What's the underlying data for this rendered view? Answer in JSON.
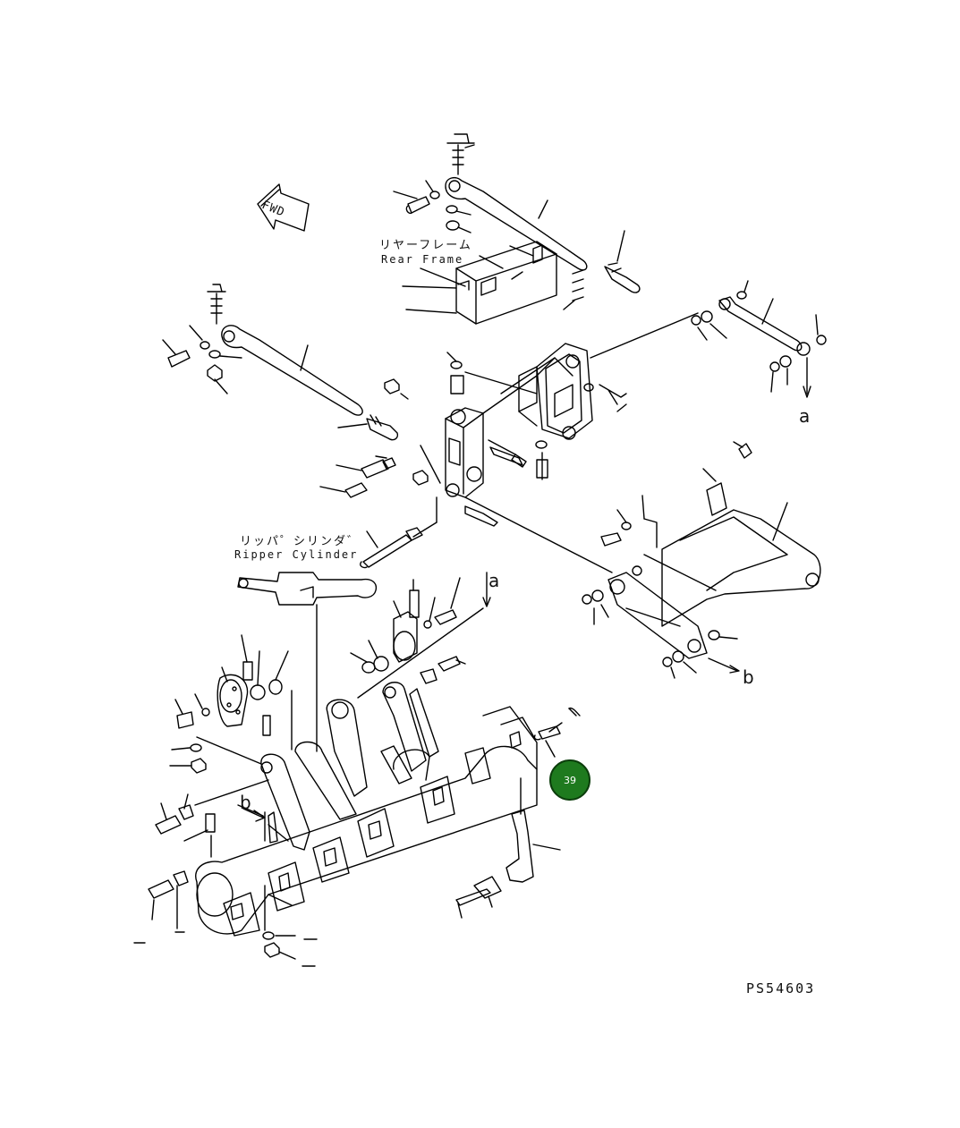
{
  "labels": {
    "fwd": "FWD",
    "rear_frame_jp": "リヤーフレーム",
    "rear_frame_en": "Rear Frame",
    "ripper_cylinder_jp": "リッパ゜シリンダ゛",
    "ripper_cylinder_en": "Ripper Cylinder",
    "ref_a": "a",
    "ref_b": "b",
    "drawing_number": "PS54603"
  },
  "callouts": [
    {
      "label": "39",
      "color": "#1e7a1e"
    }
  ]
}
